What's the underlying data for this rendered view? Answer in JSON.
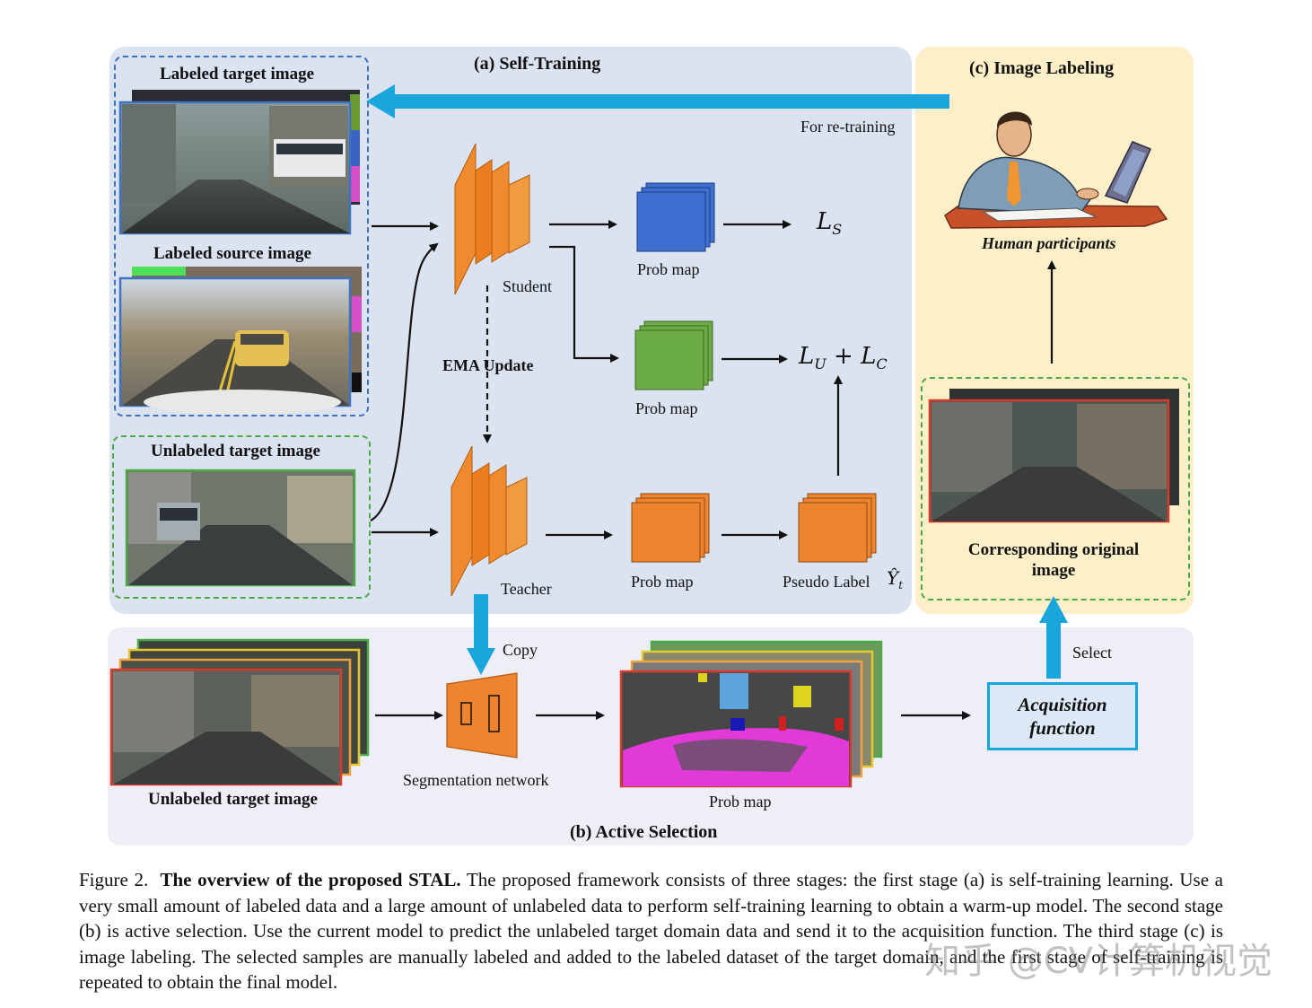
{
  "stages": {
    "self_training": "(a) Self-Training",
    "active_selection": "(b) Active Selection",
    "image_labeling": "(c) Image Labeling"
  },
  "inputs": {
    "labeled_target": "Labeled target image",
    "labeled_source": "Labeled source image",
    "unlabeled_target": "Unlabeled target image"
  },
  "arrows": {
    "retraining": "For re-training",
    "ema": "EMA Update",
    "copy": "Copy",
    "select": "Select"
  },
  "models": {
    "student": "Student",
    "teacher": "Teacher",
    "segmentation": "Segmentation network"
  },
  "maps": {
    "prob_map": "Prob map",
    "pseudo_label": "Pseudo Label"
  },
  "losses": {
    "ls_main": "L",
    "ls_sub": "S",
    "lu_main": "L",
    "lu_sub": "U",
    "plus": "+",
    "lc_main": "L",
    "lc_sub": "C",
    "yhat": "Ŷ",
    "yhat_sub": "t"
  },
  "labeling": {
    "human": "Human participants",
    "original_line1": "Corresponding original",
    "original_line2": "image"
  },
  "acquisition": {
    "line1": "Acquisition",
    "line2": "function"
  },
  "bottom": {
    "unlabeled_target": "Unlabeled target image"
  },
  "caption": {
    "prefix": "Figure 2.",
    "bold": "The overview of the proposed STAL.",
    "body": "The proposed framework consists of three stages: the first stage (a) is self-training learning. Use a very small amount of labeled data and a large amount of unlabeled data to perform self-training learning to obtain a warm-up model. The second stage (b) is active selection. Use the current model to predict the unlabeled target domain data and send it to the acquisition function. The third stage (c) is image labeling. The selected samples are manually labeled and added to the labeled dataset of the target domain, and the first stage of self-training is repeated to obtain the final model."
  },
  "watermark": "知乎 @CV计算机视觉",
  "colors": {
    "panel_a": "#dbe3f1",
    "panel_b": "#eeeef6",
    "panel_c": "#fdf0c9",
    "cyan_arrow": "#1aa6dc",
    "orange": "#ef8430",
    "blue_map": "#3e6fd0",
    "green_map": "#6cac46"
  }
}
